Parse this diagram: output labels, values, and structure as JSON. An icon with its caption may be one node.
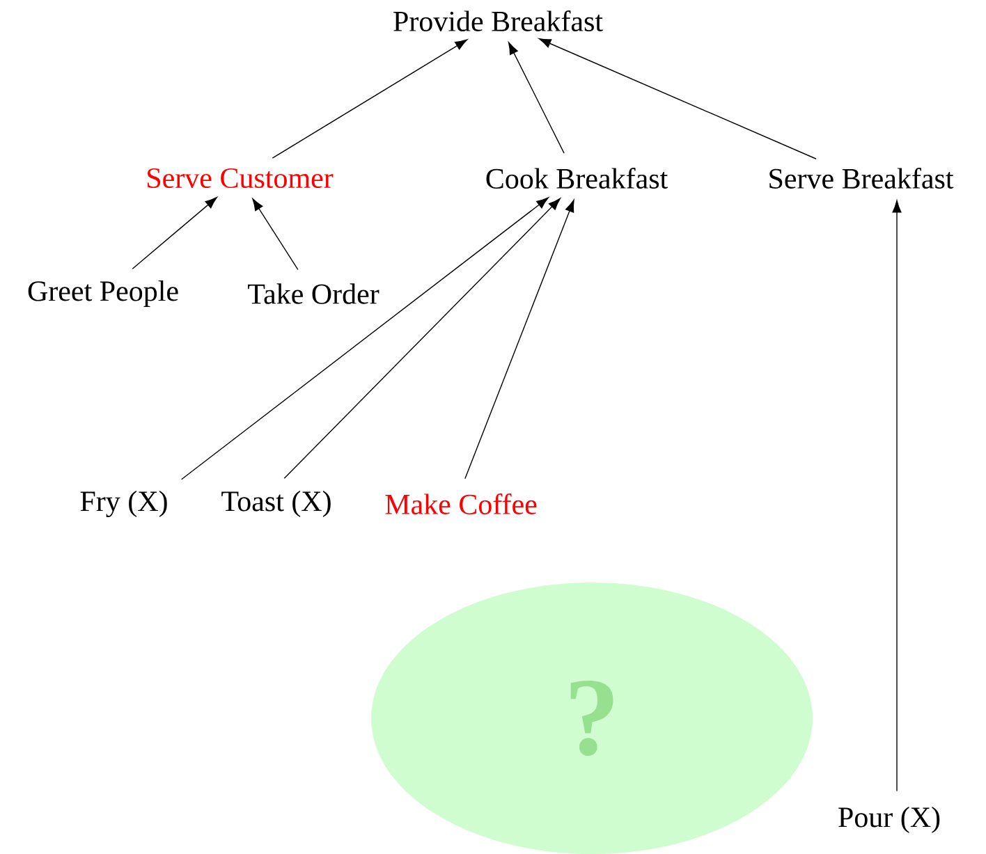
{
  "diagram": {
    "nodes": [
      {
        "text": [
          "Provide Breakfast"
        ]
      },
      {
        "text": [
          "Serve Customer"
        ]
      },
      {
        "text": [
          "Cook Breakfast"
        ]
      },
      {
        "text": [
          "Serve Breakfast"
        ]
      },
      {
        "text": [
          "Greet People"
        ]
      },
      {
        "text": [
          "Take Order"
        ]
      },
      {
        "text": [
          "Fry (X)"
        ]
      },
      {
        "text": [
          "Toast (X)"
        ]
      },
      {
        "text": [
          "Make Coffee"
        ]
      },
      {
        "text": [
          "Pour (X)"
        ]
      },
      {
        "text": [
          "?"
        ]
      }
    ],
    "edges": [
      {
        "from": 1,
        "to": 0,
        "arrow": "to"
      },
      {
        "from": 2,
        "to": 0,
        "arrow": "to"
      },
      {
        "from": 3,
        "to": 0,
        "arrow": "to"
      },
      {
        "from": 4,
        "to": 1,
        "arrow": "to"
      },
      {
        "from": 5,
        "to": 1,
        "arrow": "to"
      },
      {
        "from": 6,
        "to": 2,
        "arrow": "to"
      },
      {
        "from": 7,
        "to": 2,
        "arrow": "to"
      },
      {
        "from": 8,
        "to": 2,
        "arrow": "to"
      },
      {
        "from": 9,
        "to": 3,
        "arrow": "to"
      }
    ]
  }
}
